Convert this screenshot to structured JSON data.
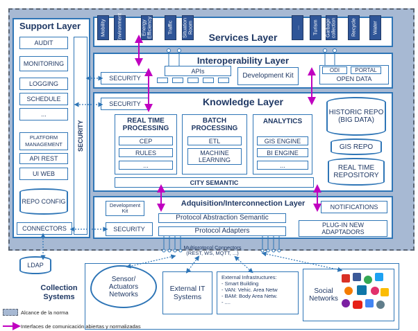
{
  "support": {
    "title": "Support Layer",
    "items": [
      "AUDIT",
      "MONITORING",
      "LOGGING",
      "SCHEDULE",
      "...",
      "PLATFORM MANAGEMENT",
      "API REST",
      "UI WEB",
      "REPO CONFIG",
      "CONNECTORS"
    ],
    "security_label": "SECURITY"
  },
  "services": {
    "title": "Services Layer",
    "left_items": [
      "Mobility",
      "Environment",
      "Energy Efficiency",
      "Traffic",
      "Situation Room"
    ],
    "right_items": [
      "...",
      "Turism",
      "Garbage collection",
      "Recycle",
      "Water"
    ]
  },
  "interop": {
    "title": "Interoperability Layer",
    "security": "SECURITY",
    "apis": "APIs",
    "devkit": "Development Kit",
    "odi": "ODI",
    "portal": "PORTAL",
    "open_data": "OPEN DATA"
  },
  "knowledge": {
    "title": "Knowledge Layer",
    "security": "SECURITY",
    "columns": [
      {
        "title": "REAL TIME PROCESSING",
        "items": [
          "CEP",
          "RULES",
          "..."
        ]
      },
      {
        "title": "BATCH PROCESSING",
        "items": [
          "ETL",
          "MACHINE LEARNING"
        ]
      },
      {
        "title": "ANALYTICS",
        "items": [
          "GIS ENGINE",
          "BI ENGINE",
          "..."
        ]
      }
    ],
    "city_semantic": "CITY SEMANTIC",
    "historic_repo": "HISTORIC REPO (BIG DATA)",
    "gis_repo": "GIS REPO",
    "realtime_repo": "REAL TIME REPOSITORY"
  },
  "adquisition": {
    "title": "Adquisition/Interconnection Layer",
    "devkit": "Development Kit",
    "security": "SECURITY",
    "protocol_semantic": "Protocol Abstraction Semantic",
    "protocol_adapters": "Protocol Adapters",
    "notifications": "NOTIFICATIONS",
    "plugin": "PLUG-IN NEW ADAPTADORS",
    "multiprotocol": "Multiprotocol Connectors",
    "multiprotocol_sub": "(REST, WS, MQTT, ...)"
  },
  "collection": {
    "title": "Collection Systems",
    "ldap": "LDAP",
    "sensor": "Sensor/ Actuators Networks",
    "external_it": "External IT Systems",
    "infra_title": "External Infrastructures:",
    "infra_items": [
      "-   Smart Building",
      "-   VAN: Vehic. Area Netw",
      "-   BAM: Body Area Netw.",
      "-   ...."
    ],
    "social": "Social Networks"
  },
  "legend": {
    "scope": "Alcance de la norma",
    "interfaces": "Interfaces de comunicación abiertas y normalizadas"
  },
  "colors": {
    "scope_fill": "#a7b9d3",
    "panel_border": "#2e75b6",
    "service_fill": "#2f5597",
    "arrow": "#c000c0"
  }
}
